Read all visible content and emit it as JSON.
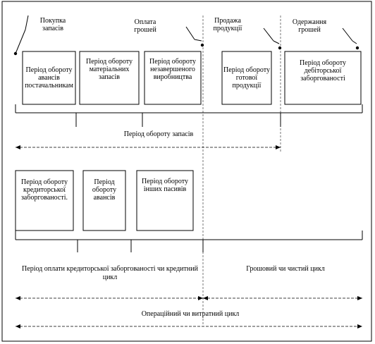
{
  "phases": {
    "purchase": "Покупка запасів",
    "payment": "Оплата грошей",
    "sale": "Продажа продукції",
    "receipt": "Одержання грошей"
  },
  "top_boxes": {
    "advances": "Період обороту авансів постачальникам",
    "materials": "Період обороту матеріальних запасів",
    "wip": "Період обороту незавершеного виробництва",
    "finished": "Період обороту готової продукції",
    "receivables": "Період обороту дебіторської заборгованості"
  },
  "bottom_boxes": {
    "payables": "Період обороту кредиторської заборгованості.",
    "advances_received": "Період обороту авансів",
    "other_liabilities": "Період обороту інших пасивів"
  },
  "labels": {
    "inventory_cycle": "Період обороту запасів",
    "payables_cycle": "Період оплати кредиторської заборгованості чи кредитний цикл",
    "cash_cycle": "Грошовий чи чистий цикл",
    "operating_cycle": "Операційний чи витратний цикл"
  }
}
